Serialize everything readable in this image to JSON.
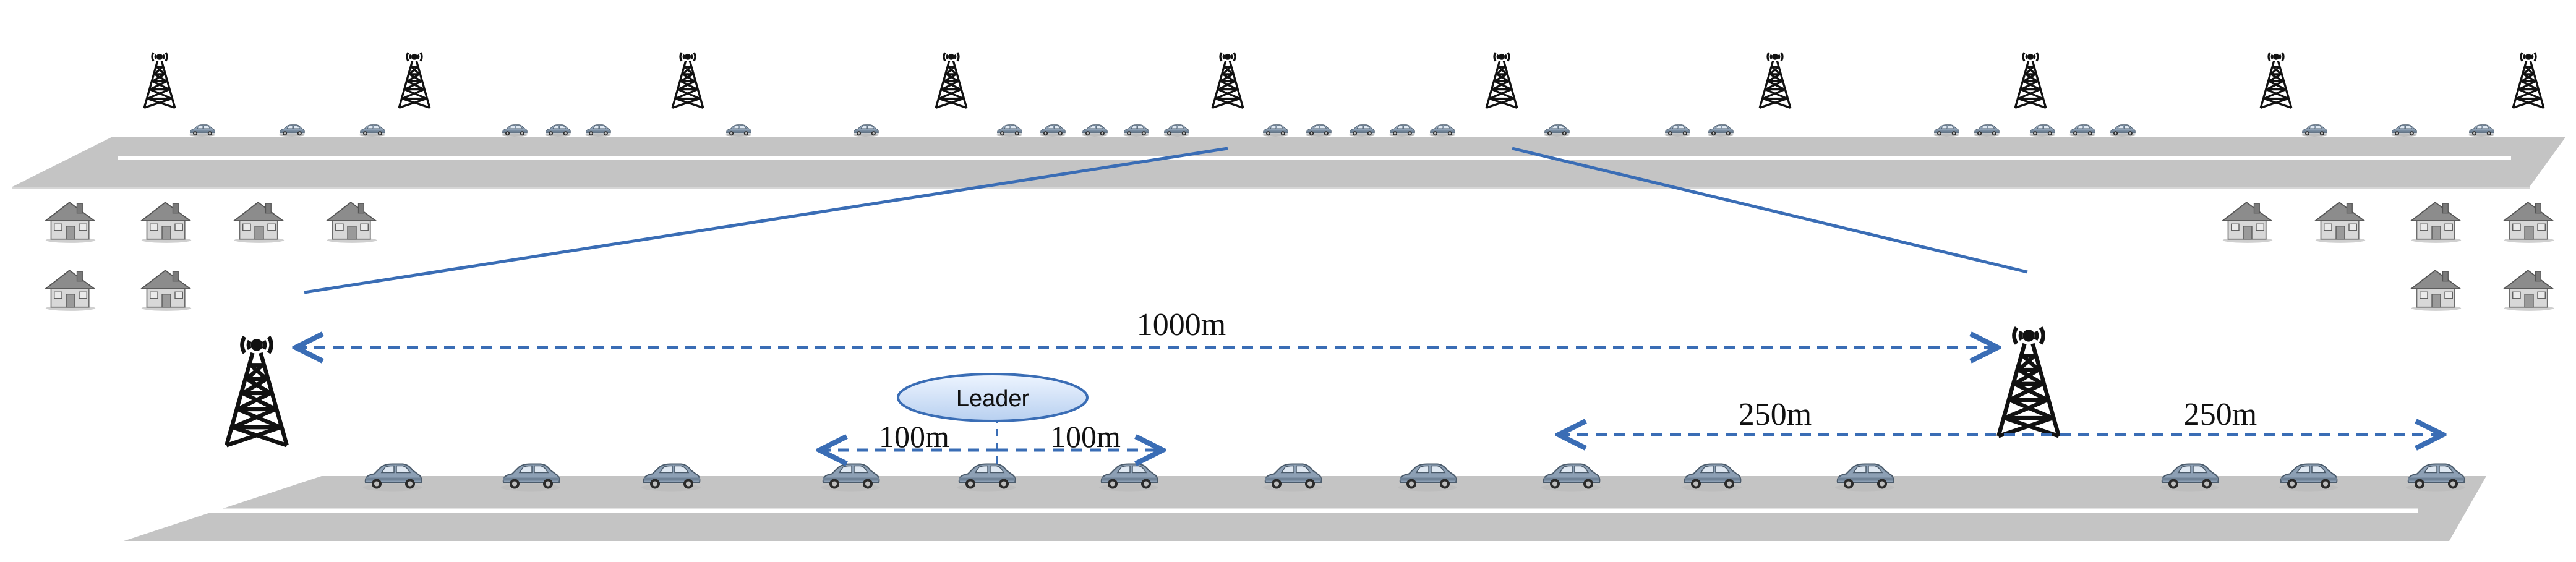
{
  "labels": {
    "distance_1000": "1000m",
    "distance_250_left": "250m",
    "distance_250_right": "250m",
    "distance_100_left": "100m",
    "distance_100_right": "100m",
    "leader": "Leader"
  },
  "colors": {
    "road": "#c4c4c4",
    "road_line": "#ffffff",
    "link_line": "#3a6db5",
    "dash_arrow": "#3a6db5",
    "tower": "#111111",
    "car_body": "#8da0b5",
    "house_wall": "#d8d8d8",
    "house_roof": "#8c8c8c",
    "leader_fill": "#cfe0f7",
    "leader_stroke": "#3a6db5"
  },
  "icons": [
    "tower-icon",
    "car-icon",
    "house-icon"
  ]
}
